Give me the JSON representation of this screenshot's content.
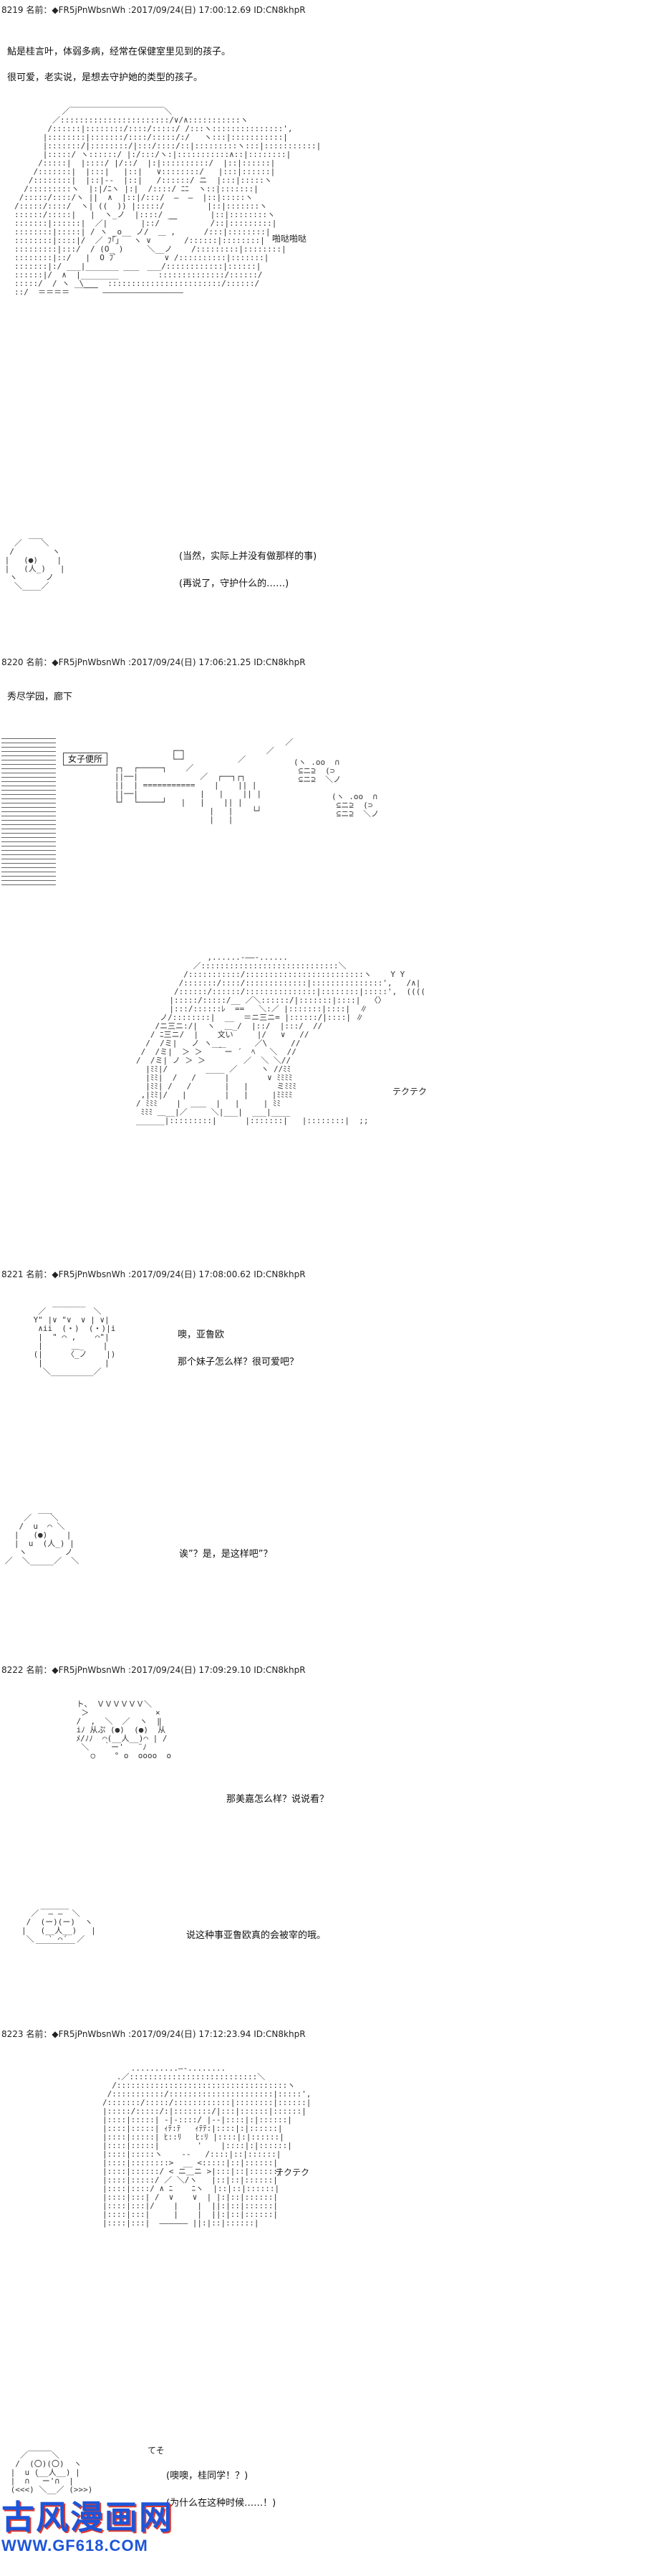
{
  "posts": [
    {
      "header": "8219 名前：◆FR5jPnWbsnWh :2017/09/24(日) 17:00:12.69 ID:CN8khpR",
      "lines": [
        "鮎是桂言叶，体弱多病，经常在保健室里见到的孩子。",
        "很可爱，老实说，是想去守护她的类型的孩子。"
      ],
      "sfx": [
        "啪哒啪哒"
      ],
      "dialogue": [
        "(当然，实际上并没有做那样的事)",
        "(再说了，守护什么的……)"
      ]
    },
    {
      "header": "8220 名前：◆FR5jPnWbsnWh :2017/09/24(日) 17:06:21.25 ID:CN8khpR",
      "lines": [
        "秀尽学园，廊下"
      ],
      "sign": "女子便所",
      "sfx": [
        "テクテク"
      ]
    },
    {
      "header": "8221 名前：◆FR5jPnWbsnWh :2017/09/24(日) 17:08:00.62 ID:CN8khpR",
      "dialogue": [
        "噢，亚鲁欧",
        "那个妹子怎么样？很可爱吧？",
        "诶”？是，是这样吧”？"
      ]
    },
    {
      "header": "8222 名前：◆FR5jPnWbsnWh :2017/09/24(日) 17:09:29.10 ID:CN8khpR",
      "dialogue": [
        "那美嘉怎么样？说说看？",
        "说这种事亚鲁欧真的会被宰的哦。"
      ]
    },
    {
      "header": "8223 名前：◆FR5jPnWbsnWh :2017/09/24(日) 17:12:23.94 ID:CN8khpR",
      "sfx": [
        "テクテク",
        "てそ"
      ],
      "dialogue": [
        "(噢噢，桂同学！？)",
        "(为什么在这种时候……！)"
      ]
    }
  ],
  "watermark": {
    "title": "古风漫画网",
    "url": "WWW.GF618.COM"
  }
}
